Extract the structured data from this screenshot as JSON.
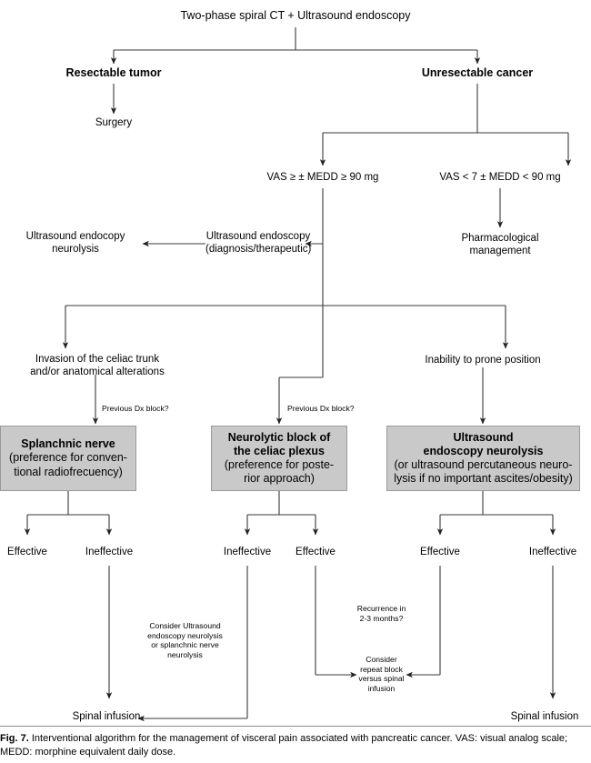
{
  "figure": {
    "number": "Fig. 7.",
    "caption": "Interventional algorithm for the management of visceral pain associated with pancreatic cancer. VAS: visual analog scale; MEDD: morphine equivalent daily dose.",
    "line_color": "#333333",
    "box_fill": "#c9c9c9",
    "background": "#ffffff"
  },
  "nodes": {
    "root": "Two-phase spiral CT + Ultrasound endoscopy",
    "resectable": "Resectable tumor",
    "unresectable": "Unresectable cancer",
    "surgery": "Surgery",
    "vas_high": "VAS ≥ ± MEDD ≥ 90 mg",
    "vas_low": "VAS < 7 ± MEDD < 90 mg",
    "us_endoscopy_l1": "Ultrasound endoscopy",
    "us_endoscopy_l2": "(diagnosis/therapeutic)",
    "us_neurolysis_l1": "Ultrasound endocopy",
    "us_neurolysis_l2": "neurolysis",
    "pharma_l1": "Pharmacological",
    "pharma_l2": "management",
    "invasion_l1": "Invasion of the celiac trunk",
    "invasion_l2": "and/or anatomical alterations",
    "inability": "Inability to prone position",
    "prev_dx_left": "Previous Dx block?",
    "prev_dx_mid": "Previous Dx block?"
  },
  "gray_boxes": [
    {
      "name": "splanchnic-nerve",
      "bold_lines": [
        "Splanchnic nerve"
      ],
      "regular_lines": [
        "(preference for conven-",
        "tional radiofrecuency)"
      ]
    },
    {
      "name": "neurolytic-block-celiac-plexus",
      "bold_lines": [
        "Neurolytic block of",
        "the celiac plexus"
      ],
      "regular_lines": [
        "(preference for poste-",
        "rior approach)"
      ]
    },
    {
      "name": "ultrasound-endoscopy-neurolysis",
      "bold_lines": [
        "Ultrasound",
        "endoscopy neurolysis"
      ],
      "regular_lines": [
        "(or ultrasound percutaneous neuro-",
        "lysis if no important ascites/obesity)"
      ]
    }
  ],
  "outcomes": {
    "left_effective": "Effective",
    "left_ineffective": "Ineffective",
    "mid_ineffective": "Ineffective",
    "mid_effective": "Effective",
    "right_effective": "Effective",
    "right_ineffective": "Ineffective"
  },
  "annotations": {
    "consider_us_l1": "Consider Ultrasound",
    "consider_us_l2": "endoscopy neurolysis",
    "consider_us_l3": "or splanchnic nerve",
    "consider_us_l4": "neurolysis",
    "recurrence_l1": "Recurrence in",
    "recurrence_l2": "2-3 months?",
    "consider_repeat_l1": "Consider",
    "consider_repeat_l2": "repeat block",
    "consider_repeat_l3": "versus spinal",
    "consider_repeat_l4": "infusion"
  },
  "terminals": {
    "spinal_infusion_left": "Spinal infusion",
    "spinal_infusion_right": "Spinal infusion"
  }
}
